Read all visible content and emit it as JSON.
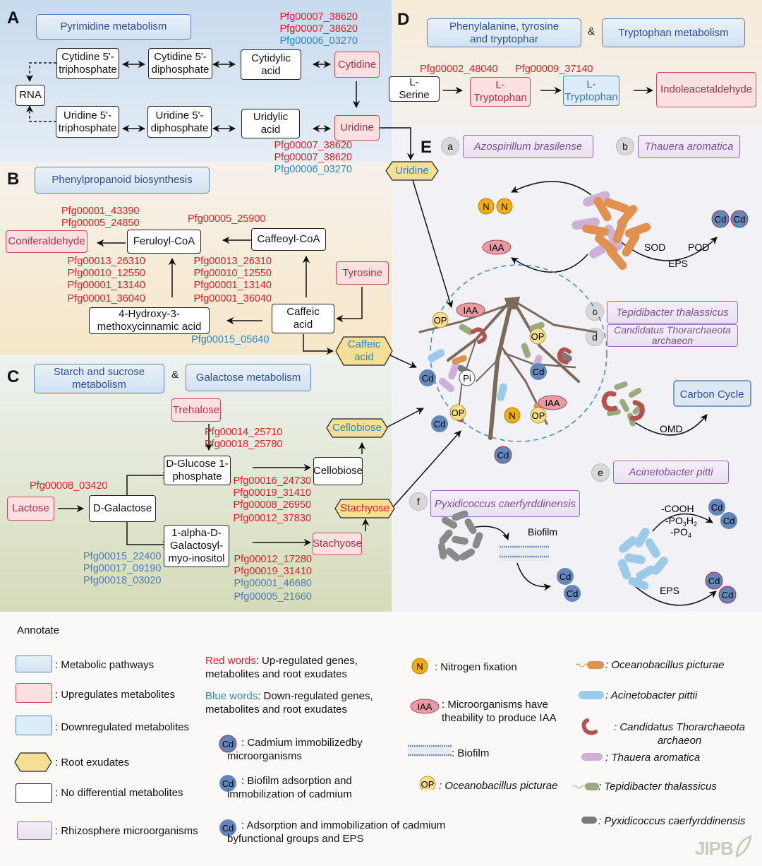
{
  "panels": {
    "A": {
      "label": "A",
      "pathway": "Pyrimidine metabolism",
      "nodes": {
        "ctp": "Cytidine 5'-\ntriphosphate",
        "cdp": "Cytidine 5'-\ndiphosphate",
        "cytidylic": "Cytidylic\nacid",
        "cytidine": "Cytidine",
        "rna": "RNA",
        "utp": "Uridine 5'-\ntriphosphate",
        "udp": "Uridine 5'-\ndiphosphate",
        "uridylic": "Uridylic\nacid",
        "uridine": "Uridine"
      },
      "genes_top": [
        {
          "id": "Pfg00007_38620",
          "regulation": "up"
        },
        {
          "id": "Pfg00007_38620",
          "regulation": "up"
        },
        {
          "id": "Pfg00006_03270",
          "regulation": "down"
        }
      ],
      "genes_bottom": [
        {
          "id": "Pfg00007_38620",
          "regulation": "up"
        },
        {
          "id": "Pfg00007_38620",
          "regulation": "up"
        },
        {
          "id": "Pfg00006_03270",
          "regulation": "down"
        }
      ]
    },
    "B": {
      "label": "B",
      "pathway": "Phenylpropanoid biosynthesis",
      "nodes": {
        "coniferaldehyde": "Coniferaldehyde",
        "feruloyl": "Feruloyl-CoA",
        "caffeoyl": "Caffeoyl-CoA",
        "tyrosine": "Tyrosine",
        "hydroxy": "4-Hydroxy-3-\nmethoxycinnamic acid",
        "caffeic": "Caffeic\nacid"
      },
      "genes_coniferaldehyde": [
        "Pfg00001_43390",
        "Pfg00005_24850"
      ],
      "genes_caffeoyl": [
        "Pfg00005_25900"
      ],
      "genes_left_vertical": [
        "Pfg00013_26310",
        "Pfg00010_12550",
        "Pfg00001_13140",
        "Pfg00001_36040"
      ],
      "genes_right_vertical": [
        "Pfg00013_26310",
        "Pfg00010_12550",
        "Pfg00001_13140",
        "Pfg00001_36040"
      ],
      "genes_down": [
        "Pfg00015_05640"
      ]
    },
    "C": {
      "label": "C",
      "pathway_1": "Starch and sucrose\nmetabolism",
      "amp": "&",
      "pathway_2": "Galactose metabolism",
      "nodes": {
        "trehalose": "Trehalose",
        "glucose": "D-Glucose 1-\nphosphate",
        "cellobiose": "Cellobiose",
        "lactose": "Lactose",
        "galactose": "D-Galactose",
        "galactosyl": "1-alpha-D-\nGalactosyl-\nmyo-inositol",
        "stachyose": "Stachyose"
      },
      "genes_trehalose": [
        "Pfg00014_25710",
        "Pfg00018_25780"
      ],
      "genes_lactose": [
        "Pfg00008_03420"
      ],
      "genes_cellobiose": [
        "Pfg00016_24730",
        "Pfg00019_31410",
        "Pfg00008_26950",
        "Pfg00012_37830"
      ],
      "genes_galactosyl_down": [
        "Pfg00015_22400",
        "Pfg00017_09190",
        "Pfg00018_03020"
      ],
      "genes_stachyose": [
        {
          "id": "Pfg00012_17280",
          "regulation": "up"
        },
        {
          "id": "Pfg00019_31410",
          "regulation": "up"
        },
        {
          "id": "Pfg00001_46680",
          "regulation": "down"
        },
        {
          "id": "Pfg00005_21660",
          "regulation": "down"
        }
      ]
    },
    "D": {
      "label": "D",
      "pathway_1": "Phenylalanine, tyrosine\nand tryptophar",
      "amp": "&",
      "pathway_2": "Tryptophan metabolism",
      "nodes": {
        "serine": "L-\nSerine",
        "trp_up": "L-\nTryptophan",
        "trp_down": "L-\nTryptophan",
        "indole": "Indoleacetaldehyde"
      },
      "genes": [
        "Pfg00002_48040",
        "Pfg00009_37140"
      ]
    },
    "E": {
      "label": "E",
      "exudates": {
        "uridine": "Uridine",
        "caffeic": "Caffeic\nacid",
        "cellobiose": "Cellobiose",
        "stachyose": "Stachyose"
      },
      "microbes": [
        {
          "badge": "a",
          "name": "Azospirillum brasilense"
        },
        {
          "badge": "b",
          "name": "Thauera aromatica"
        },
        {
          "badge": "c",
          "name": "Tepidibacter thalassicus"
        },
        {
          "badge": "d",
          "name": "Candidatus Thorarchaeota\narchaeon"
        },
        {
          "badge": "e",
          "name": "Acinetobacter pitti"
        },
        {
          "badge": "f",
          "name": "Pyxidicoccus caerfyrddinensis"
        }
      ],
      "labels": {
        "n": "N",
        "iaa": "IAA",
        "cd": "Cd",
        "op": "OP",
        "pi": "Pi",
        "sod": "SOD",
        "pod": "POD",
        "eps": "EPS",
        "omd": "OMD",
        "carbon_cycle": "Carbon Cycle",
        "biofilm": "Biofilm",
        "cooh": "-COOH",
        "po3h2": "-PO3H2",
        "po4": "-PO4",
        "eps2": "EPS"
      }
    }
  },
  "legend": {
    "title": "Annotate",
    "box_items": [
      {
        "type": "pathway",
        "label": ":  Metabolic pathways"
      },
      {
        "type": "up",
        "label": ":  Upregulates metabolites"
      },
      {
        "type": "down",
        "label": ":  Downregulated metabolites"
      },
      {
        "type": "exudate",
        "label": ":  Root exudates"
      },
      {
        "type": "none",
        "label": ":  No differential metabolites"
      },
      {
        "type": "micro",
        "label": ":  Rhizosphere microorganisms"
      }
    ],
    "red_words": {
      "key": "Red words",
      "text": ": Up-regulated genes,\nmetabolites and root exudates"
    },
    "blue_words": {
      "key": "Blue words",
      "text": ": Down-regulated genes,\nmetabolites and root exudates"
    },
    "cd_items": [
      {
        "icon": "Cd",
        "label": ":  Cadmium immobilizedby\nmicroorganisms"
      },
      {
        "icon": "Cd",
        "label": ":  Biofilm adsorption and\nimmobilization of cadmium"
      },
      {
        "icon": "Cd",
        "label": ":  Adsorption and immobilization of cadmium\nbyfunctional groups and EPS"
      }
    ],
    "symbol_items": [
      {
        "icon": "N",
        "label": ":  Nitrogen fixation"
      },
      {
        "icon": "IAA",
        "label": ":  Microorganisms have\ntheability to produce IAA"
      },
      {
        "icon": "biofilm",
        "label": ": Biofilm"
      },
      {
        "icon": "OP",
        "label": ":  Oceanobacillus picturae"
      }
    ],
    "species_items": [
      {
        "color": "#e0904f",
        "label": ":  Oceanobacillus picturae"
      },
      {
        "color": "#9ccbea",
        "label": ":  Acinetobacter pittii"
      },
      {
        "color": "#b5524f",
        "label": ":  Candidatus Thorarchaeota\narchaeon"
      },
      {
        "color": "#cdb1d6",
        "label": ":  Thauera aromatica"
      },
      {
        "color": "#9aa97f",
        "label": ":  Tepidibacter thalassicus"
      },
      {
        "color": "#7a7a7a",
        "label": ": Pyxidicoccus caerfyrddinensis"
      }
    ],
    "watermark": "JIPB"
  },
  "colors": {
    "up_text": "#e21f26",
    "down_text": "#2a86c8",
    "exudate_fill": "#f5df95",
    "cd_fill": "#6487bb"
  }
}
